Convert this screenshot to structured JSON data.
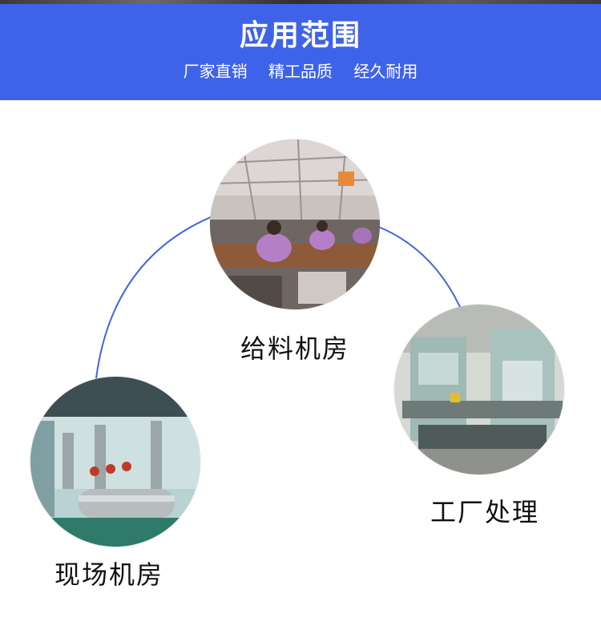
{
  "header": {
    "title": "应用范围",
    "tags": [
      "厂家直销",
      "精工品质",
      "经久耐用"
    ],
    "background_color": "#3f63e8"
  },
  "connector_color": "#3f63e8",
  "applications": [
    {
      "label": "给料机房",
      "photo": "sewing-workshop-photo"
    },
    {
      "label": "工厂处理",
      "photo": "milling-machine-photo"
    },
    {
      "label": "现场机房",
      "photo": "pipe-room-photo"
    }
  ]
}
